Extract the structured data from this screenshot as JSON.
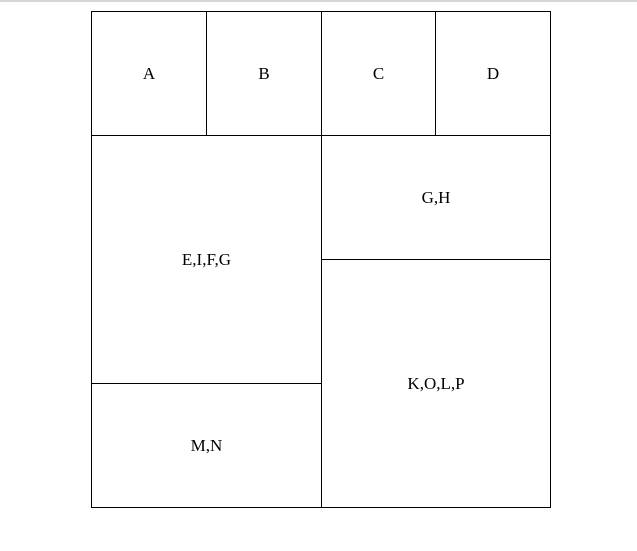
{
  "cells": {
    "a": "A",
    "b": "B",
    "c": "C",
    "d": "D",
    "efig": "E,I,F,G",
    "gh": "G,H",
    "kolp": "K,O,L,P",
    "mn": "M,N"
  }
}
